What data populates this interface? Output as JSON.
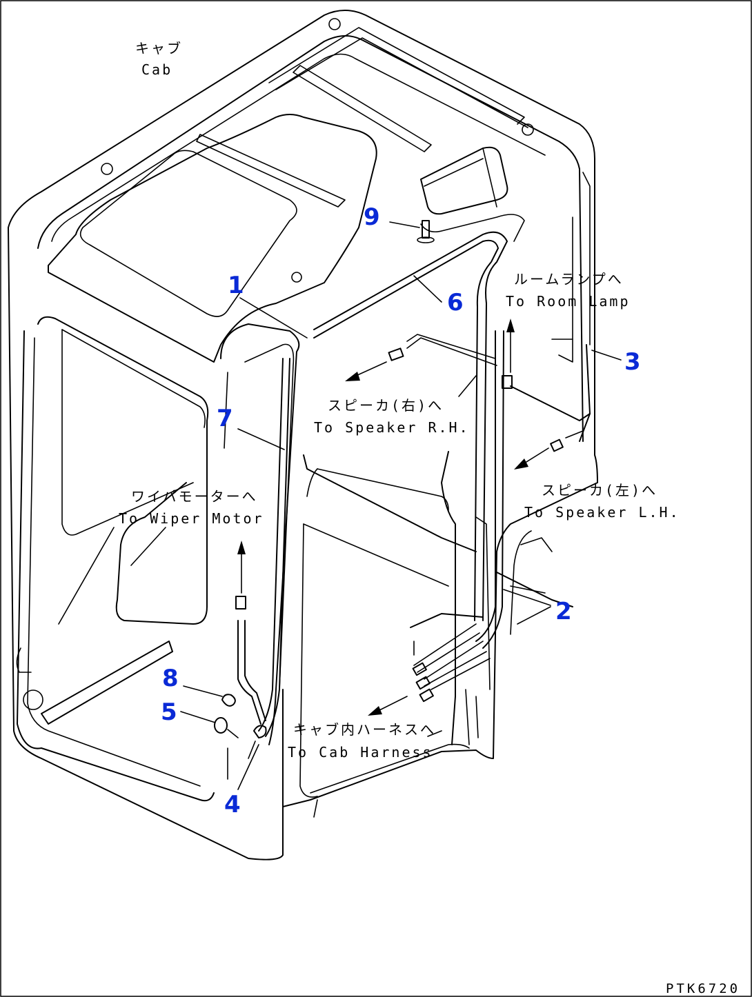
{
  "labels": {
    "cab_jp": "キャブ",
    "cab_en": "Cab",
    "room_lamp_jp": "ルームランプへ",
    "room_lamp_en": "To Room Lamp",
    "speaker_rh_jp": "スピーカ(右)へ",
    "speaker_rh_en": "To Speaker R.H.",
    "speaker_lh_jp": "スピーカ(左)へ",
    "speaker_lh_en": "To Speaker L.H.",
    "wiper_jp": "ワイパモーターへ",
    "wiper_en": "To Wiper Motor",
    "cab_harness_jp": "キャブ内ハーネスへ",
    "cab_harness_en": "To Cab Harness"
  },
  "callouts": [
    "1",
    "2",
    "3",
    "4",
    "5",
    "6",
    "7",
    "8",
    "9"
  ],
  "drawing_code": "PTK6720",
  "colors": {
    "callout": "#0a2ad6",
    "line": "#000000",
    "background": "#ffffff"
  }
}
